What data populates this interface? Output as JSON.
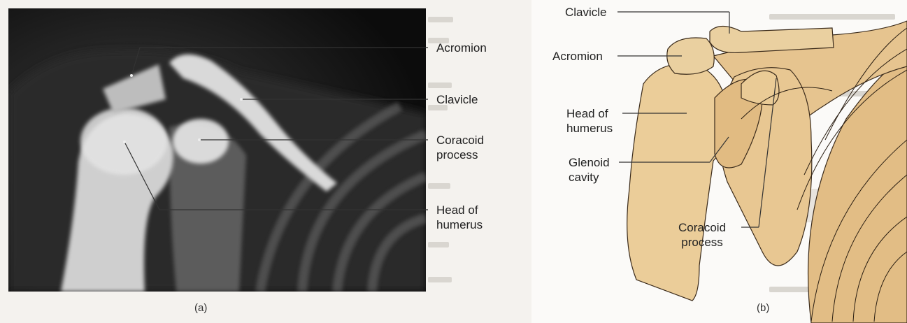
{
  "panel_a": {
    "caption": "(a)",
    "labels": {
      "acromion": "Acromion",
      "clavicle": "Clavicle",
      "coracoid": [
        "Coracoid",
        "process"
      ],
      "head": [
        "Head of",
        "humerus"
      ]
    }
  },
  "panel_b": {
    "caption": "(b)",
    "labels": {
      "clavicle": "Clavicle",
      "acromion": "Acromion",
      "head": [
        "Head of",
        "humerus"
      ],
      "glenoid": [
        "Glenoid",
        "cavity"
      ],
      "coracoid": [
        "Coracoid",
        "process"
      ]
    }
  },
  "colors": {
    "bone_fill": "#e6c48f",
    "bone_stroke": "#3a2a1a",
    "xray_bg": "#141414",
    "leader": "#333333"
  }
}
